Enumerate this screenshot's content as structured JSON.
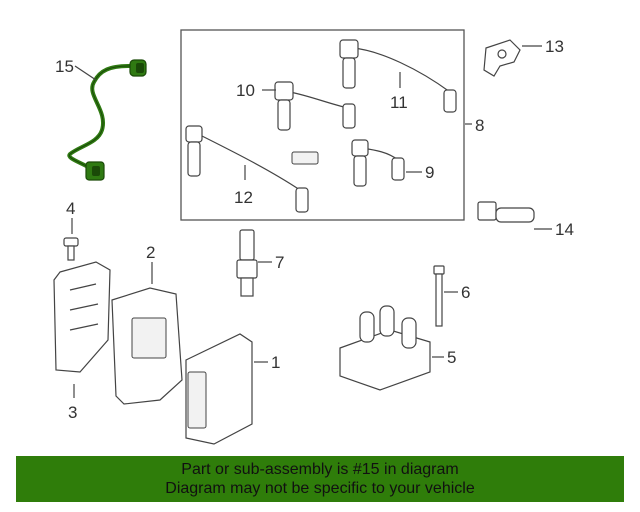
{
  "callouts": [
    "1",
    "2",
    "3",
    "4",
    "5",
    "6",
    "7",
    "8",
    "9",
    "10",
    "11",
    "12",
    "13",
    "14",
    "15"
  ],
  "colors": {
    "banner": "#2f7d0a",
    "highlight": "#2f7a12",
    "line": "#444444"
  },
  "banner": {
    "line1": "Part or sub-assembly is #15 in diagram",
    "line2": "Diagram may not be specific to your vehicle"
  }
}
